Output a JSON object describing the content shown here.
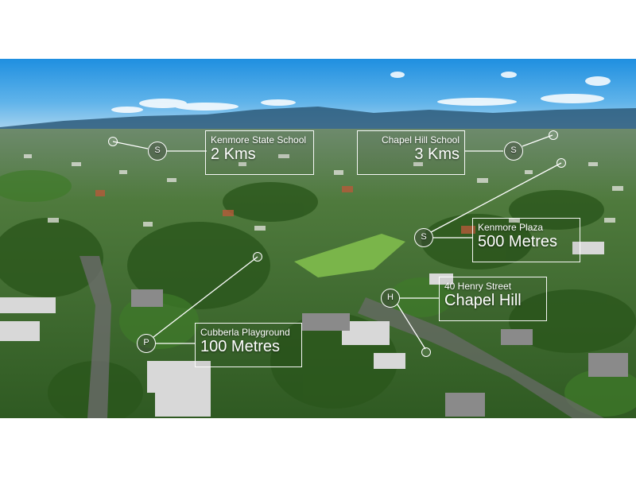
{
  "labels": {
    "kenmore_school": {
      "marker": "S",
      "name": "Kenmore State School",
      "distance": "2 Kms"
    },
    "chapel_hill_school": {
      "marker": "S",
      "name": "Chapel Hill School",
      "distance": "3 Kms"
    },
    "kenmore_plaza": {
      "marker": "S",
      "name": "Kenmore Plaza",
      "distance": "500 Metres"
    },
    "henry_street": {
      "marker": "H",
      "name": "40 Henry Street",
      "distance": "Chapel Hill"
    },
    "playground": {
      "marker": "P",
      "name": "Cubberla Playground",
      "distance": "100 Metres"
    }
  }
}
